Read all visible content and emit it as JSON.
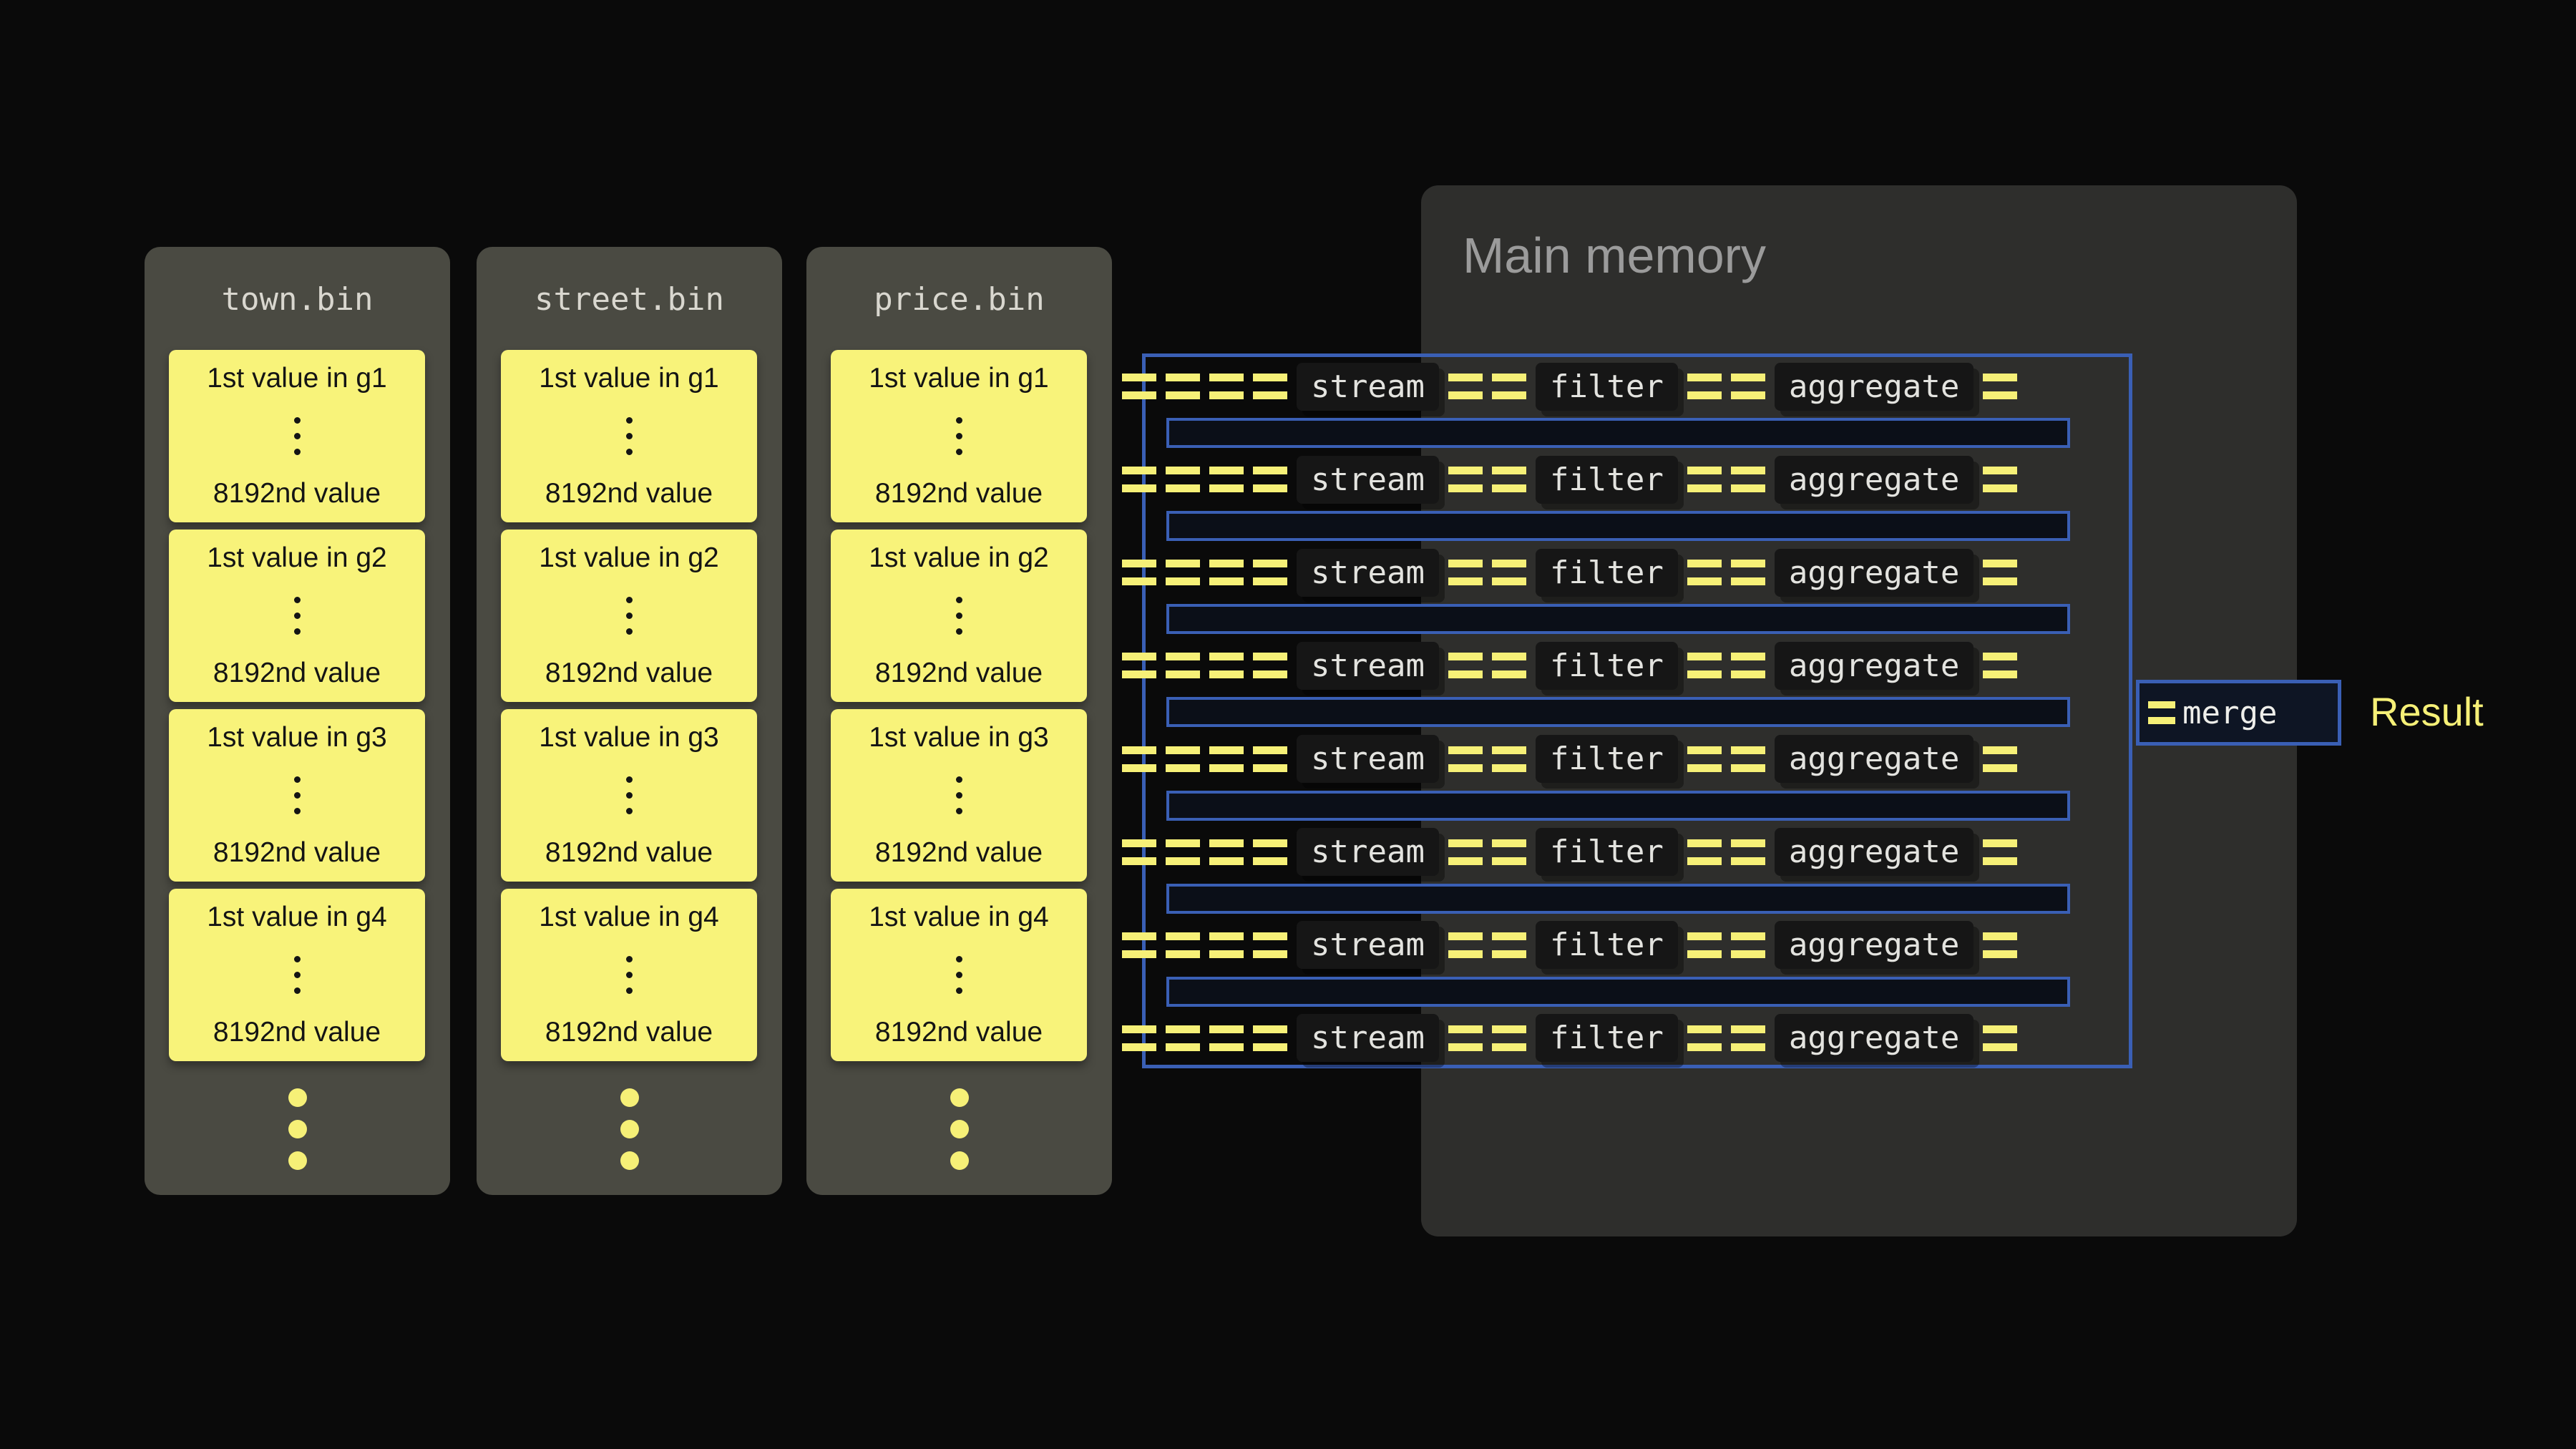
{
  "colors": {
    "background": "#0a0a0a",
    "yellow": "#f6f077",
    "blue": "#3a5fb5",
    "column_bg": "#4a4a42",
    "card_bg": "#f8f37a",
    "memory_bg": "#2e2e2c",
    "pill_bg": "#161616",
    "pill_text": "#e3e3df",
    "file_title_text": "#d9d7cf",
    "memory_title_text": "#9b9b9b"
  },
  "files": [
    {
      "name": "town.bin",
      "groups": [
        {
          "first": "1st value in g1",
          "last": "8192nd value"
        },
        {
          "first": "1st value in g2",
          "last": "8192nd value"
        },
        {
          "first": "1st value in g3",
          "last": "8192nd value"
        },
        {
          "first": "1st value in g4",
          "last": "8192nd value"
        }
      ]
    },
    {
      "name": "street.bin",
      "groups": [
        {
          "first": "1st value in g1",
          "last": "8192nd value"
        },
        {
          "first": "1st value in g2",
          "last": "8192nd value"
        },
        {
          "first": "1st value in g3",
          "last": "8192nd value"
        },
        {
          "first": "1st value in g4",
          "last": "8192nd value"
        }
      ]
    },
    {
      "name": "price.bin",
      "groups": [
        {
          "first": "1st value in g1",
          "last": "8192nd value"
        },
        {
          "first": "1st value in g2",
          "last": "8192nd value"
        },
        {
          "first": "1st value in g3",
          "last": "8192nd value"
        },
        {
          "first": "1st value in g4",
          "last": "8192nd value"
        }
      ]
    }
  ],
  "memory": {
    "title": "Main memory"
  },
  "pipeline": {
    "row_count": 8,
    "stage_labels": [
      "stream",
      "filter",
      "aggregate"
    ],
    "dash_groups": {
      "before_first": 4,
      "between": 2,
      "after_last": 1
    }
  },
  "merge": {
    "label": "merge"
  },
  "result": {
    "label": "Result"
  }
}
